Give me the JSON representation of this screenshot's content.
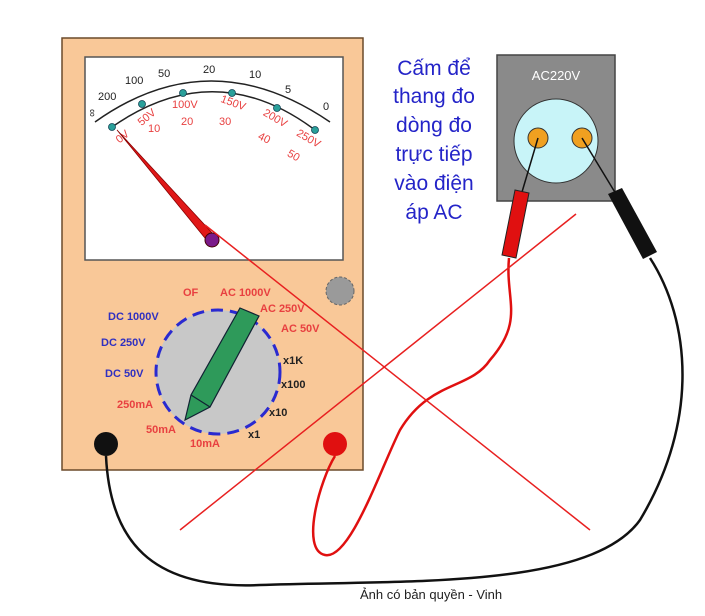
{
  "meter": {
    "ohm_scale": [
      "∞",
      "200",
      "100",
      "50",
      "20",
      "10",
      "5",
      "0"
    ],
    "volt_scale": [
      "0V",
      "50V",
      "100V",
      "150V",
      "200V",
      "250V"
    ],
    "current_scale": [
      "10",
      "20",
      "30",
      "40",
      "50"
    ],
    "dial_labels": {
      "off": "OF",
      "ac1000": "AC 1000V",
      "ac250": "AC 250V",
      "ac50": "AC 50V",
      "x1k": "x1K",
      "x100": "x100",
      "x10": "x10",
      "x1": "x1",
      "ma10": "10mA",
      "ma50": "50mA",
      "ma250": "250mA",
      "dc50": "DC 50V",
      "dc250": "DC 250V",
      "dc1000": "DC 1000V"
    },
    "selected_range": "AC 250V"
  },
  "outlet": {
    "label": "AC220V"
  },
  "warning": {
    "lines": [
      "Cấm để",
      "thang đo",
      "dòng đo",
      "trực tiếp",
      "vào điện",
      "áp AC"
    ]
  },
  "caption": "Ảnh có bản quyền - Vinh",
  "colors": {
    "body": "#f9c898",
    "warning_text": "#2424c8",
    "red_label": "#e84040",
    "blue_label": "#3030c0",
    "cross": "#e82020"
  }
}
